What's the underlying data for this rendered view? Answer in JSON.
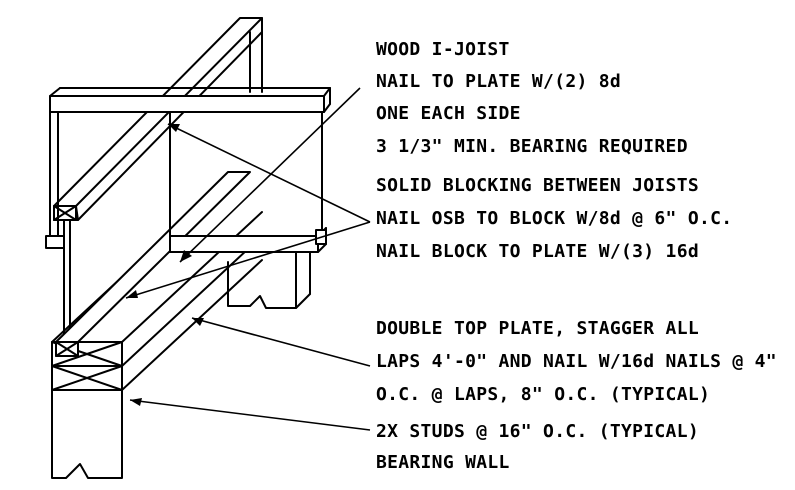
{
  "notes": {
    "joist": [
      "WOOD I-JOIST",
      "NAIL TO PLATE W/(2) 8d",
      "ONE EACH SIDE",
      "3  1/3\" MIN. BEARING REQUIRED"
    ],
    "blocking": [
      "SOLID BLOCKING BETWEEN JOISTS",
      "NAIL OSB TO BLOCK W/8d @ 6\" O.C.",
      "NAIL BLOCK TO PLATE W/(3) 16d"
    ],
    "plate": [
      "DOUBLE TOP PLATE, STAGGER ALL",
      "LAPS 4'-0\" AND NAIL W/16d NAILS @ 4\"",
      "O.C. @ LAPS, 8\" O.C. (TYPICAL)"
    ],
    "wall": [
      "2X STUDS @ 16\" O.C. (TYPICAL)",
      "BEARING WALL"
    ]
  }
}
